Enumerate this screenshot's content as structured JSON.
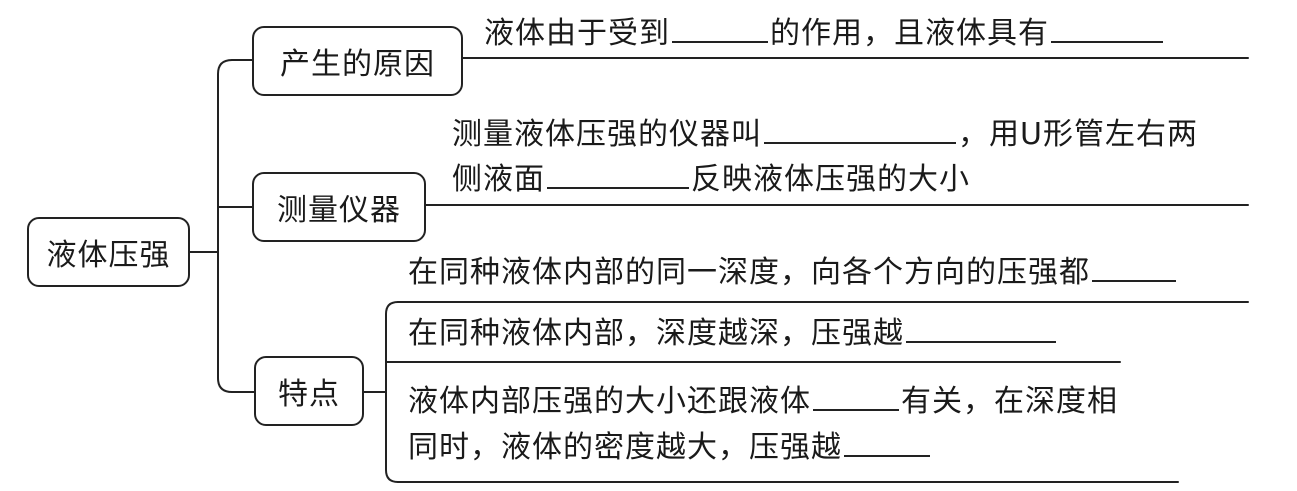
{
  "root": {
    "label": "液体压强"
  },
  "branches": {
    "cause": {
      "label": "产生的原因",
      "text_a": "液体由于受到",
      "text_b": "的作用，且液体具有"
    },
    "instrument": {
      "label": "测量仪器",
      "line1_a": "测量液体压强的仪器叫",
      "line1_b": "，用U形管左右两",
      "line2_a": "侧液面",
      "line2_b": "反映液体压强的大小"
    },
    "features": {
      "label": "特点",
      "item1": "在同种液体内部的同一深度，向各个方向的压强都",
      "item2": "在同种液体内部，深度越深，压强越",
      "item3_line1_a": "液体内部压强的大小还跟液体",
      "item3_line1_b": "有关，在深度相",
      "item3_line2": "同时，液体的密度越大，压强越"
    }
  }
}
